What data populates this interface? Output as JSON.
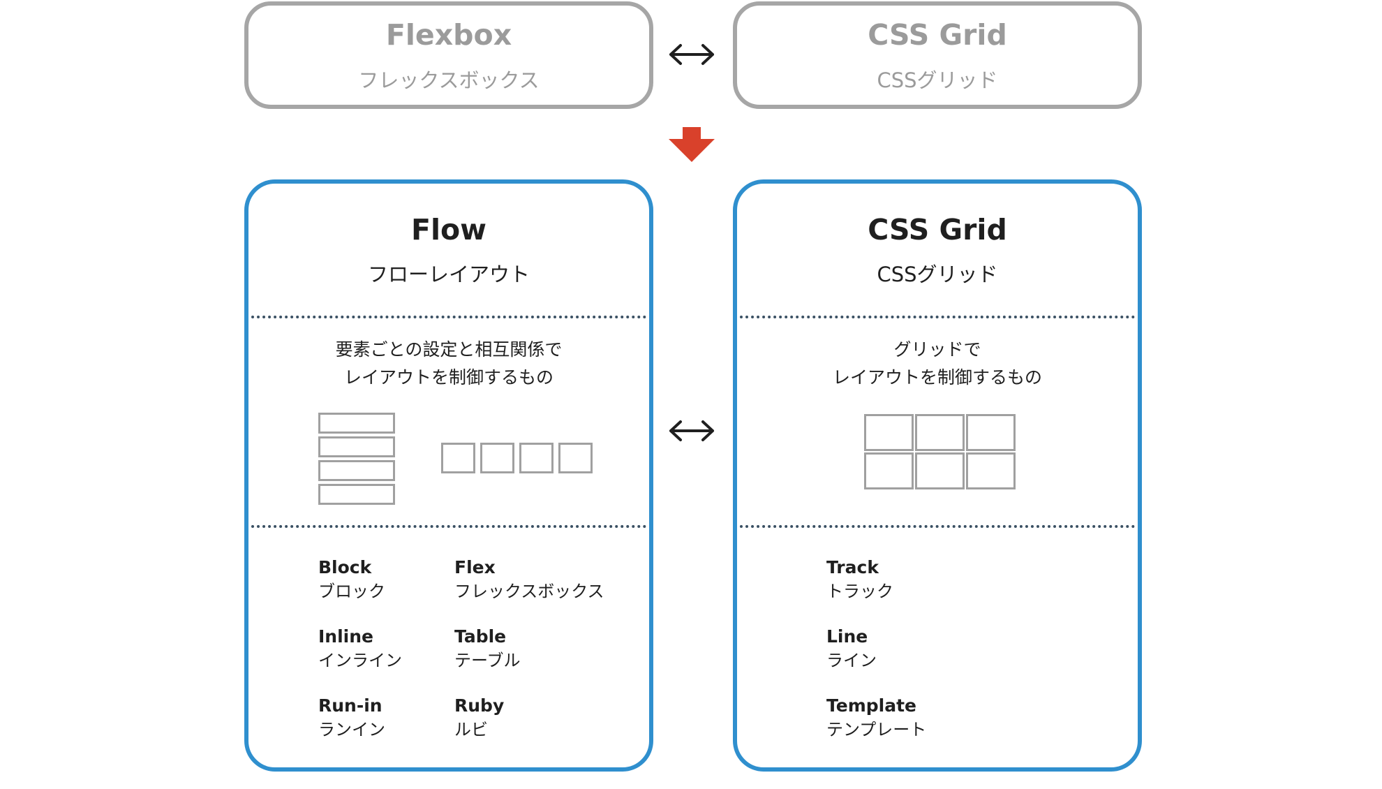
{
  "top": {
    "left": {
      "title": "Flexbox",
      "subtitle": "フレックスボックス"
    },
    "right": {
      "title": "CSS Grid",
      "subtitle": "CSSグリッド"
    }
  },
  "left_panel": {
    "title": "Flow",
    "subtitle": "フローレイアウト",
    "description": [
      "要素ごとの設定と相互関係で",
      "レイアウトを制御するもの"
    ],
    "terms": [
      {
        "en": "Block",
        "ja": "ブロック"
      },
      {
        "en": "Flex",
        "ja": "フレックスボックス"
      },
      {
        "en": "Inline",
        "ja": "インライン"
      },
      {
        "en": "Table",
        "ja": "テーブル"
      },
      {
        "en": "Run-in",
        "ja": "ランイン"
      },
      {
        "en": "Ruby",
        "ja": "ルビ"
      }
    ]
  },
  "right_panel": {
    "title": "CSS Grid",
    "subtitle": "CSSグリッド",
    "description": [
      "グリッドで",
      "レイアウトを制御するもの"
    ],
    "terms": [
      {
        "en": "Track",
        "ja": "トラック"
      },
      {
        "en": "Line",
        "ja": "ライン"
      },
      {
        "en": "Template",
        "ja": "テンプレート"
      }
    ]
  },
  "icons": {
    "bidirectional": "left-right-arrow-icon",
    "down": "down-arrow-icon"
  },
  "colors": {
    "accent_blue": "#2f8fce",
    "muted_gray": "#a6a6a6",
    "arrow_red": "#d9412b",
    "text": "#1f1f1f"
  }
}
